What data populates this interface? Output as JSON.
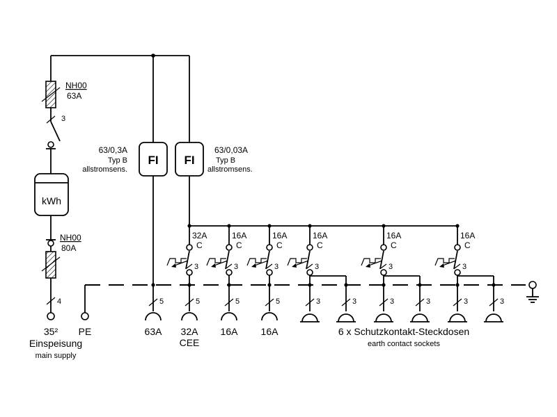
{
  "supply": {
    "fuse_top": {
      "type": "NH00",
      "rating": "63A"
    },
    "switch_poles": "3",
    "meter_label": "kWh",
    "fuse_bottom": {
      "type": "NH00",
      "rating": "80A"
    },
    "feed_poles": "4",
    "cross_section": "35²",
    "label_de": "Einspeisung",
    "label_en": "main supply"
  },
  "pe_label": "PE",
  "rcd_left": {
    "label": "FI",
    "rating": "63/0,3A",
    "type": "Typ B",
    "desc": "allstromsens."
  },
  "rcd_right": {
    "label": "FI",
    "rating": "63/0,03A",
    "type": "Typ B",
    "desc": "allstromsens."
  },
  "breakers": [
    {
      "rating": "32A",
      "curve": "C",
      "poles": "3"
    },
    {
      "rating": "16A",
      "curve": "C",
      "poles": "3"
    },
    {
      "rating": "16A",
      "curve": "C",
      "poles": "3"
    },
    {
      "rating": "16A",
      "curve": "C",
      "poles": "3"
    },
    {
      "rating": "16A",
      "curve": "C",
      "poles": "3"
    },
    {
      "rating": "16A",
      "curve": "C",
      "poles": "3"
    }
  ],
  "outputs": [
    {
      "poles": "5",
      "label": "63A",
      "sublabel": ""
    },
    {
      "poles": "5",
      "label": "32A",
      "sublabel": "CEE"
    },
    {
      "poles": "5",
      "label": "16A",
      "sublabel": ""
    },
    {
      "poles": "5",
      "label": "16A",
      "sublabel": ""
    },
    {
      "poles": "3",
      "label": "",
      "sublabel": ""
    },
    {
      "poles": "3",
      "label": "",
      "sublabel": ""
    },
    {
      "poles": "3",
      "label": "",
      "sublabel": ""
    },
    {
      "poles": "3",
      "label": "",
      "sublabel": ""
    },
    {
      "poles": "3",
      "label": "",
      "sublabel": ""
    },
    {
      "poles": "3",
      "label": "",
      "sublabel": ""
    }
  ],
  "sockets_label_de": "6 x Schutzkontakt-Steckdosen",
  "sockets_label_en": "earth contact sockets"
}
